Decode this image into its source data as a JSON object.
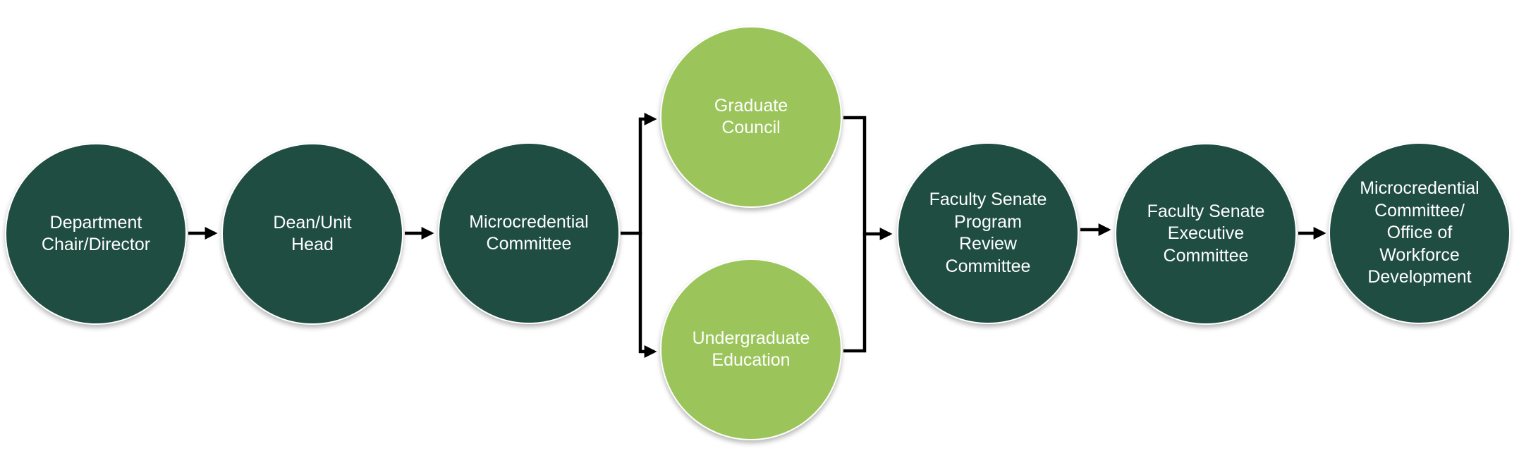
{
  "diagram": {
    "type": "flowchart",
    "colors": {
      "primary_node": "#1f4d42",
      "secondary_node": "#9bc55b",
      "label_text": "#ffffff",
      "connector": "#000000"
    },
    "nodes": [
      {
        "id": "department-chair",
        "label": "Department\nChair/Director"
      },
      {
        "id": "dean-unit-head",
        "label": "Dean/Unit\nHead"
      },
      {
        "id": "microcredential-committee",
        "label": "Microcredential\nCommittee"
      },
      {
        "id": "graduate-council",
        "label": "Graduate\nCouncil"
      },
      {
        "id": "undergraduate-education",
        "label": "Undergraduate\nEducation"
      },
      {
        "id": "faculty-senate-program-review",
        "label": "Faculty Senate\nProgram\nReview\nCommittee"
      },
      {
        "id": "faculty-senate-executive",
        "label": "Faculty Senate\nExecutive\nCommittee"
      },
      {
        "id": "microcredential-office-workforce",
        "label": "Microcredential\nCommittee/\nOffice of\nWorkforce\nDevelopment"
      }
    ],
    "edges": [
      {
        "from": "department-chair",
        "to": "dean-unit-head"
      },
      {
        "from": "dean-unit-head",
        "to": "microcredential-committee"
      },
      {
        "from": "microcredential-committee",
        "to": "graduate-council"
      },
      {
        "from": "microcredential-committee",
        "to": "undergraduate-education"
      },
      {
        "from": "graduate-council",
        "to": "faculty-senate-program-review"
      },
      {
        "from": "undergraduate-education",
        "to": "faculty-senate-program-review"
      },
      {
        "from": "faculty-senate-program-review",
        "to": "faculty-senate-executive"
      },
      {
        "from": "faculty-senate-executive",
        "to": "microcredential-office-workforce"
      }
    ]
  }
}
